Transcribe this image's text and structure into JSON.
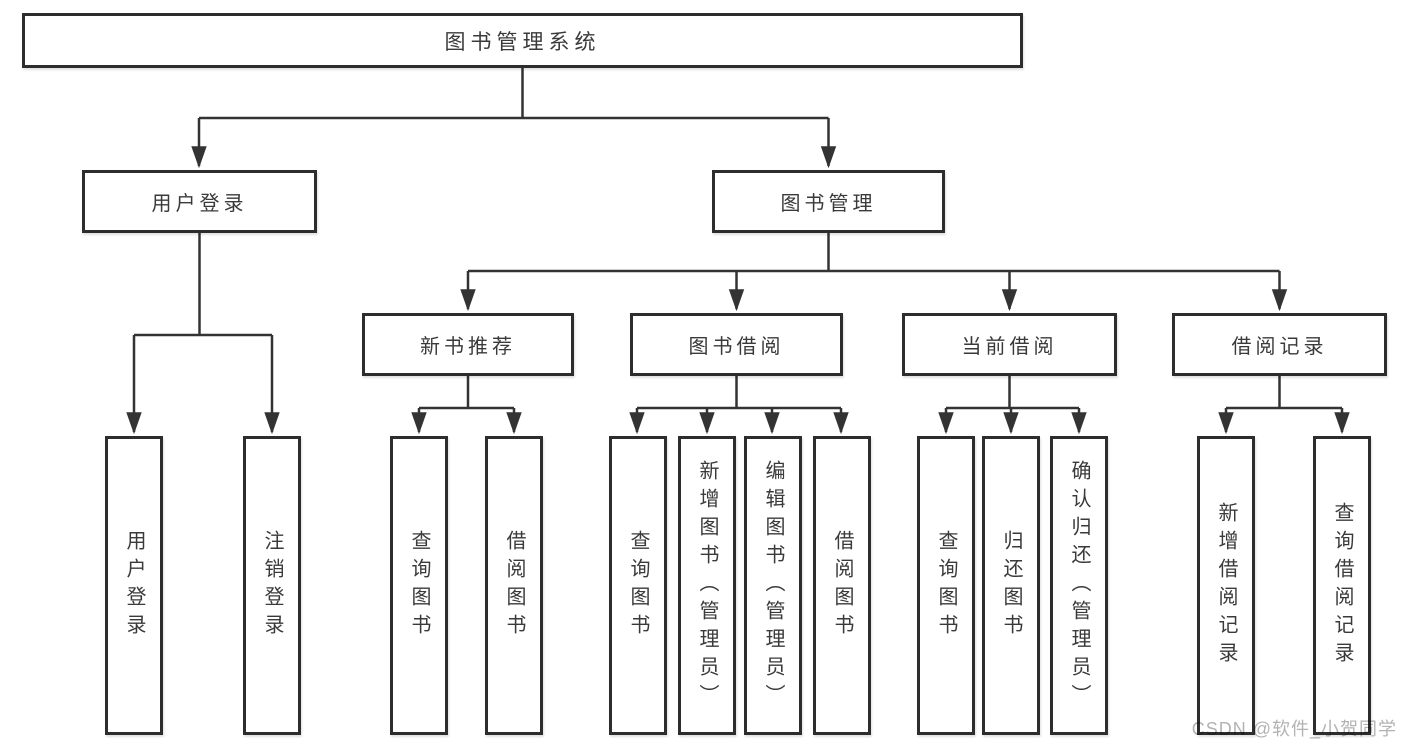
{
  "tree": {
    "root": {
      "label": "图书管理系统",
      "children": [
        {
          "label": "用户登录",
          "children": [
            {
              "label": "用户登录"
            },
            {
              "label": "注销登录"
            }
          ]
        },
        {
          "label": "图书管理",
          "children": [
            {
              "label": "新书推荐",
              "children": [
                {
                  "label": "查询图书"
                },
                {
                  "label": "借阅图书"
                }
              ]
            },
            {
              "label": "图书借阅",
              "children": [
                {
                  "label": "查询图书"
                },
                {
                  "label": "新增图书（管理员）"
                },
                {
                  "label": "编辑图书（管理员）"
                },
                {
                  "label": "借阅图书"
                }
              ]
            },
            {
              "label": "当前借阅",
              "children": [
                {
                  "label": "查询图书"
                },
                {
                  "label": "归还图书"
                },
                {
                  "label": "确认归还（管理员）"
                }
              ]
            },
            {
              "label": "借阅记录",
              "children": [
                {
                  "label": "新增借阅记录"
                },
                {
                  "label": "查询借阅记录"
                }
              ]
            }
          ]
        }
      ]
    }
  },
  "watermark": {
    "text": "CSDN @软件_小贺同学"
  },
  "colors": {
    "background": "#ffffff",
    "box_border": "#2d2d2d",
    "line": "#333333",
    "text": "#3a3a3a",
    "watermark": "#b3b3b3"
  }
}
